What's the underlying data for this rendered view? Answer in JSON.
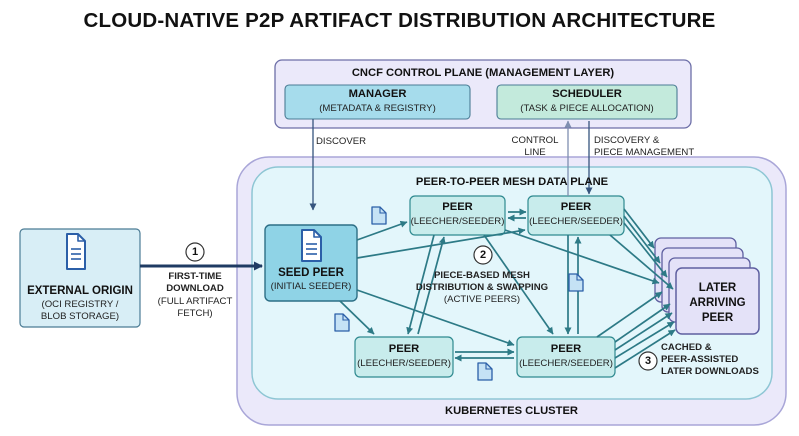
{
  "title": "CLOUD-NATIVE P2P ARTIFACT DISTRIBUTION ARCHITECTURE",
  "control_plane": {
    "title": "CNCF CONTROL PLANE (MANAGEMENT LAYER)",
    "manager": {
      "name": "MANAGER",
      "desc": "(METADATA & REGISTRY)"
    },
    "scheduler": {
      "name": "SCHEDULER",
      "desc": "(TASK & PIECE ALLOCATION)"
    }
  },
  "edge_labels": {
    "discover": "DISCOVER",
    "control_line_1": "CONTROL",
    "control_line_2": "LINE",
    "discovery_1": "DISCOVERY &",
    "discovery_2": "PIECE MANAGEMENT"
  },
  "cluster": {
    "label": "KUBERNETES CLUSTER"
  },
  "mesh": {
    "title": "PEER-TO-PEER MESH DATA PLANE"
  },
  "external_origin": {
    "name": "EXTERNAL ORIGIN",
    "desc_1": "(OCI REGISTRY /",
    "desc_2": "BLOB STORAGE)"
  },
  "steps": [
    {
      "number": "1",
      "lines": [
        "FIRST-TIME",
        "DOWNLOAD",
        "(FULL ARTIFACT",
        "FETCH)"
      ]
    },
    {
      "number": "2",
      "lines": [
        "PIECE-BASED MESH",
        "DISTRIBUTION & SWAPPING",
        "(ACTIVE PEERS)"
      ]
    },
    {
      "number": "3",
      "lines": [
        "CACHED &",
        "PEER-ASSISTED",
        "LATER DOWNLOADS"
      ]
    }
  ],
  "seed_peer": {
    "name": "SEED PEER",
    "desc": "(INITIAL SEEDER)"
  },
  "peers": [
    {
      "name": "PEER",
      "desc": "(LEECHER/SEEDER)"
    },
    {
      "name": "PEER",
      "desc": "(LEECHER/SEEDER)"
    },
    {
      "name": "PEER",
      "desc": "(LEECHER/SEEDER)"
    },
    {
      "name": "PEER",
      "desc": "(LEECHER/SEEDER)"
    }
  ],
  "later_peer": {
    "line_1": "LATER",
    "line_2": "ARRIVING",
    "line_3": "PEER"
  },
  "colors": {
    "arrow": "#2d7a86",
    "dark_arrow": "#1f3b63",
    "peer_fill": "#c8ecec",
    "seed_fill": "#8fd3e6",
    "manager_fill": "#a6dcec",
    "scheduler_fill": "#c3eadc",
    "lavender": "#e9e7f8",
    "mesh_fill": "#e3f6fb",
    "icon_blue": "#2b5fa8"
  },
  "icons": {
    "document": "document-icon",
    "piece": "piece-document-icon"
  }
}
